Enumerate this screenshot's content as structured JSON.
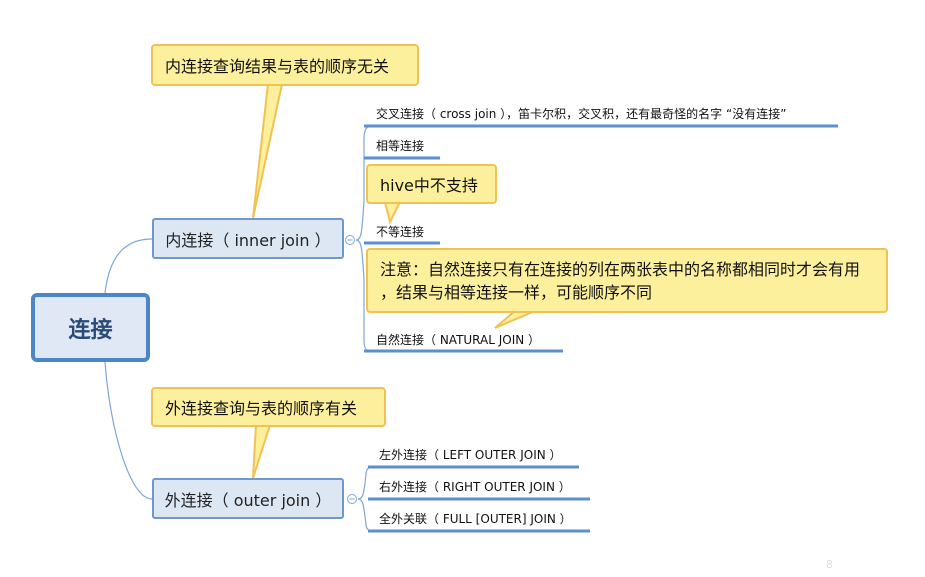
{
  "root": {
    "label": "连接"
  },
  "inner": {
    "label": "内连接（ inner join ）",
    "note": "内连接查询结果与表的顺序无关",
    "children": [
      {
        "label": "交叉连接（ cross join ），笛卡尔积，交叉积，还有最奇怪的名字 “没有连接”"
      },
      {
        "label": "相等连接"
      },
      {
        "label": "不等连接",
        "note": "hive中不支持"
      },
      {
        "label": "自然连接（ NATURAL JOIN ）",
        "note": "注意：自然连接只有在连接的列在两张表中的名称都相同时才会有用 ，结果与相等连接一样，可能顺序不同"
      }
    ]
  },
  "outer": {
    "label": "外连接（ outer join ）",
    "note": "外连接查询与表的顺序有关",
    "children": [
      {
        "label": "左外连接（ LEFT OUTER JOIN ）"
      },
      {
        "label": "右外连接（ RIGHT OUTER JOIN ）"
      },
      {
        "label": "全外关联（ FULL [OUTER] JOIN ）"
      }
    ]
  },
  "page_number": "8",
  "colors": {
    "line": "#5b8fd0",
    "callout_fill": "#fdf09c",
    "callout_border": "#f1c153",
    "node_fill": "#dde7f4"
  }
}
